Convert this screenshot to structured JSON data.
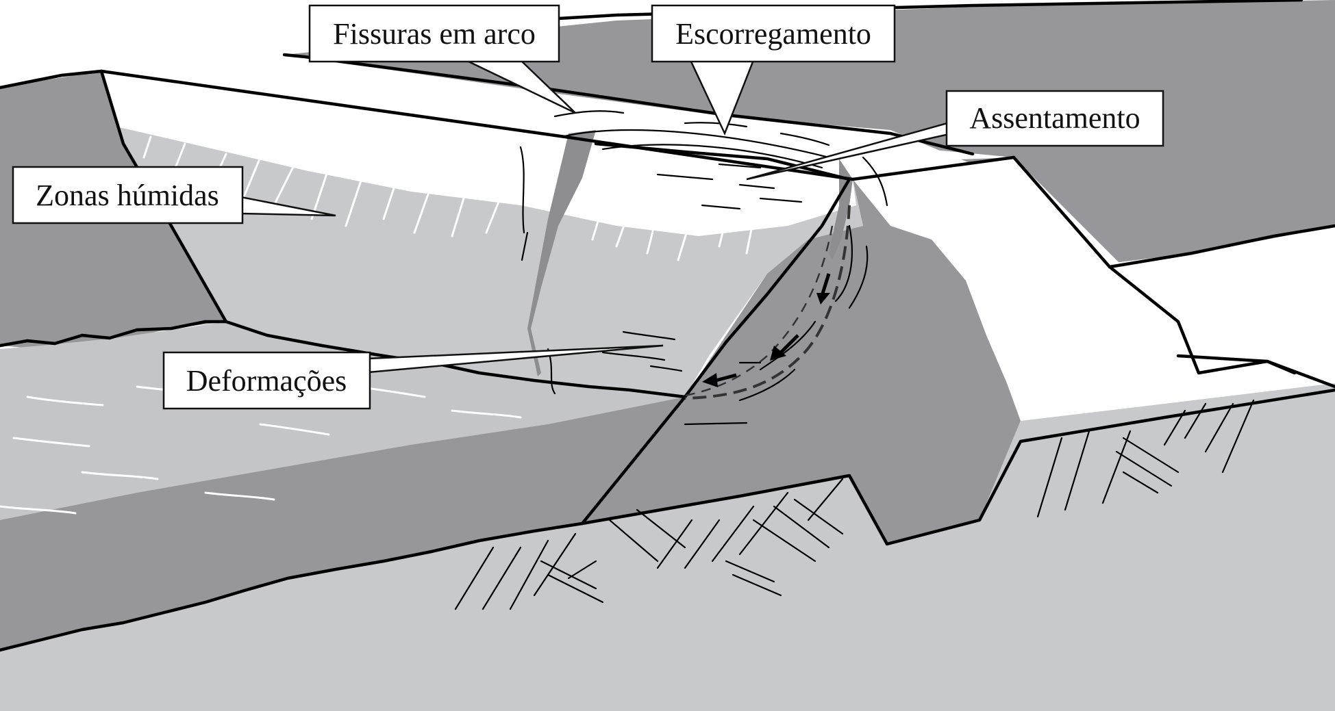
{
  "colors": {
    "background": "#ffffff",
    "terrain_dark": "#97979b",
    "terrain_light": "#c8c9cc",
    "wet_zone": "#c4c5c8",
    "slip_band": "#8e8e92",
    "outline": "#000000"
  },
  "labels": {
    "fissuras": "Fissuras em arco",
    "escorregamento": "Escorregamento",
    "assentamento": "Assentamento",
    "zonas_humidas": "Zonas húmidas",
    "deformacoes": "Deformações"
  }
}
